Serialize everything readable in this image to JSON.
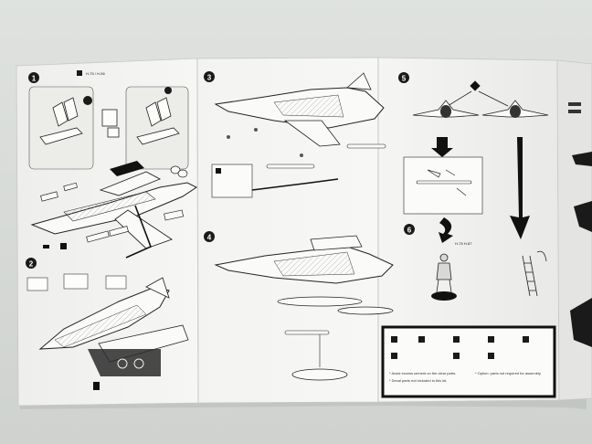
{
  "photo": {
    "subject": "model-kit-instruction-sheet",
    "colors": {
      "background": "#d9dcd9",
      "paper": "#f4f4f2",
      "ink": "#1c1c1c",
      "panel_shade": "#e8e8e6"
    }
  },
  "steps": {
    "s1": "1",
    "s2": "2",
    "s3": "3",
    "s4": "4",
    "s5": "5",
    "s6": "6"
  },
  "labels": {
    "step1_code": "H-75 / H-56",
    "step6_code": "H-75 H-87"
  },
  "notes": {
    "line1": "* Avoid excess cement on the clear parts.",
    "line2": "* Decal parts not included in this kit.",
    "line3": "* Option: parts not required for assembly"
  }
}
